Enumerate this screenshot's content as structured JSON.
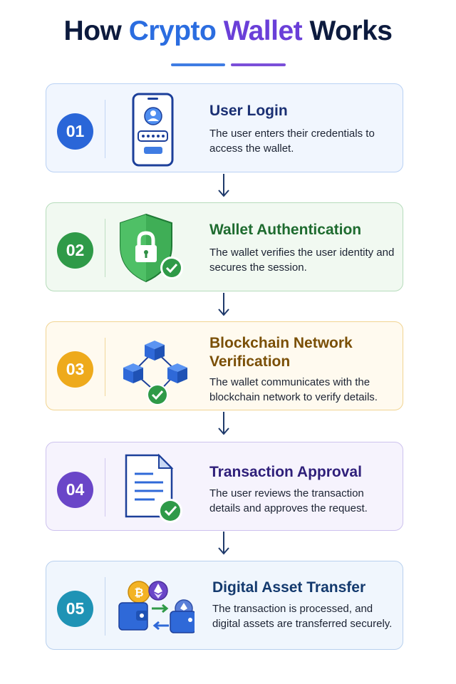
{
  "title": {
    "part1": "How ",
    "part2": "Crypto",
    "part3": " ",
    "part4": "Wallet",
    "part5": " Works"
  },
  "steps": [
    {
      "number": "01",
      "heading": "User Login",
      "description": "The user enters their credentials to access the wallet.",
      "icon": "phone-login-icon",
      "color": "#2a66d8"
    },
    {
      "number": "02",
      "heading": "Wallet Authentication",
      "description": "The wallet verifies the user identity and secures the session.",
      "icon": "shield-lock-icon",
      "color": "#2f9a48"
    },
    {
      "number": "03",
      "heading": "Blockchain Network Verification",
      "description": "The wallet communicates with the blockchain network to verify details.",
      "icon": "blockchain-network-icon",
      "color": "#eeaa1c"
    },
    {
      "number": "04",
      "heading": "Transaction Approval",
      "description": "The user reviews the transaction details and approves the request.",
      "icon": "document-check-icon",
      "color": "#6a46c8"
    },
    {
      "number": "05",
      "heading": "Digital Asset Transfer",
      "description": "The transaction is processed, and digital assets are transferred securely.",
      "icon": "wallet-transfer-icon",
      "color": "#1f93b5"
    }
  ],
  "colors": {
    "title_dark": "#0d1b3e",
    "title_blue": "#2b6de0",
    "title_purple": "#6a3fd8",
    "arrow": "#1f3a6b"
  }
}
